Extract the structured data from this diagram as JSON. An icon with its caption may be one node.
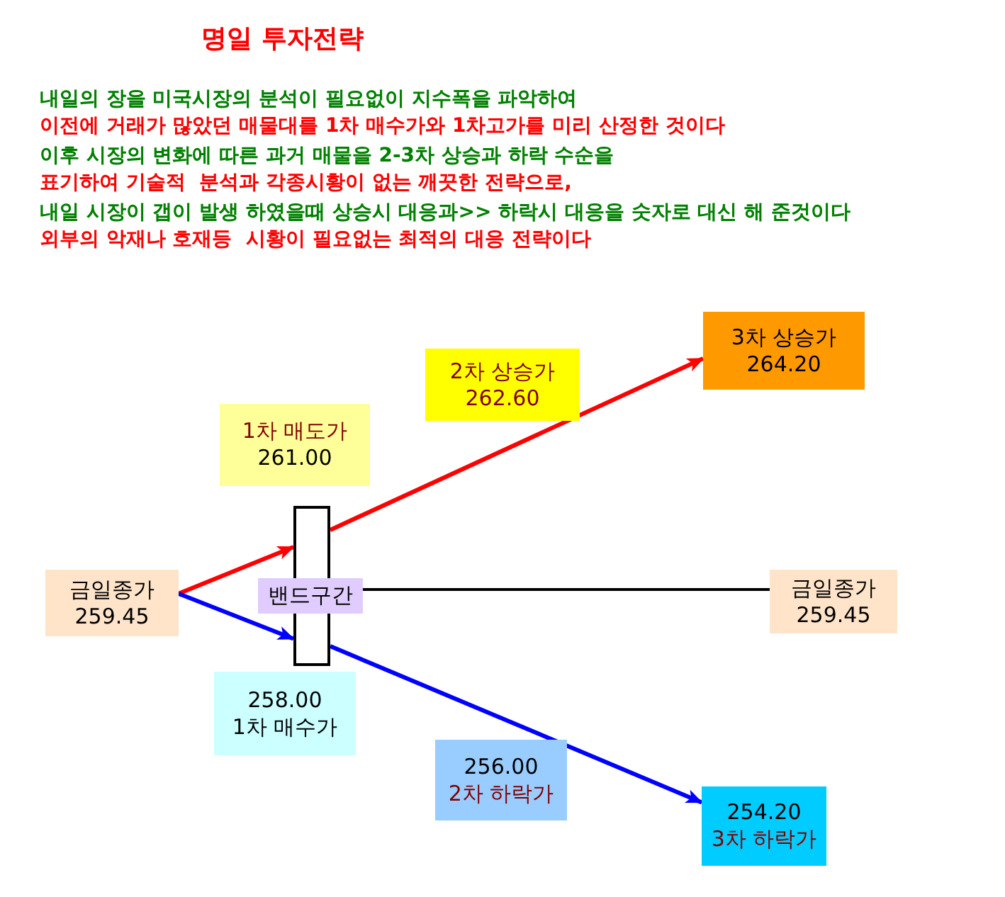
{
  "diagram": {
    "title": "명일 투자전략",
    "nodes": [
      {
        "text": [
          "3차 상승가",
          "264.20"
        ]
      },
      {
        "text": [
          "2차 상승가",
          "262.60"
        ]
      },
      {
        "text": [
          "1차 매도가",
          "261.00"
        ]
      },
      {
        "text": [],
        "shape": "box"
      },
      {
        "text": [
          "금일종가",
          "259.45"
        ]
      },
      {
        "text": [
          "밴드구간"
        ]
      },
      {
        "text": [
          "금일종가",
          "259.45"
        ]
      },
      {
        "text": [
          "258.00",
          "1차 매수가"
        ]
      },
      {
        "text": [
          "256.00",
          "2차 하락가"
        ]
      },
      {
        "text": [
          "254.20",
          "3차 하락가"
        ]
      }
    ],
    "edges": [
      {
        "from": 4,
        "to": 3,
        "arrow": "to",
        "color": "#ff0000"
      },
      {
        "from": 4,
        "to": 3,
        "arrow": "to",
        "color": "#0000ff"
      },
      {
        "from": 3,
        "to": 0,
        "arrow": "to",
        "color": "#ff0000"
      },
      {
        "from": 5,
        "to": 6,
        "arrow": "none",
        "color": "#000000"
      },
      {
        "from": 3,
        "to": 9,
        "arrow": "to",
        "color": "#0000ff"
      }
    ],
    "labels": [
      "내일의 장을 미국시장의 분석이 필요없이 지수폭을 파악하여",
      "이전에 거래가 많았던 매물대를 1차 매수가와 1차고가를 미리 산정한 것이다",
      "이후 시장의 변화에 따른 과거 매물을 2-3차 상승과 하락 수순을",
      "표기하여 기술적  분석과 각종시황이 없는 깨끗한 전략으로,",
      "내일 시장이 갭이 발생 하였을때 상승시 대응과>> 하락시 대응을 숫자로 대신 해 준것이다",
      "외부의 악재나 호재등  시황이 필요없는 최적의 대응 전략이다"
    ]
  }
}
